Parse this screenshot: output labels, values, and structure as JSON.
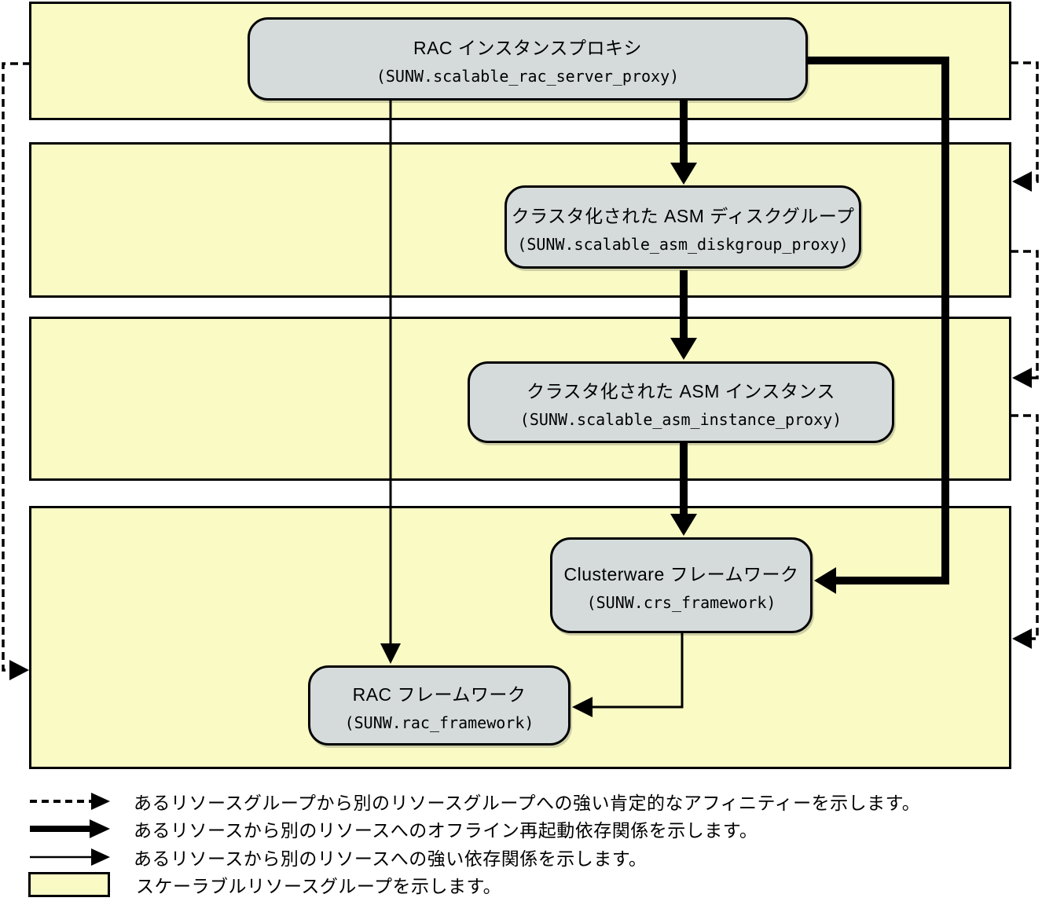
{
  "diagram": {
    "colors": {
      "resource_group_fill": "#fafac5",
      "resource_fill": "#d5dbdb",
      "line": "#000000"
    },
    "nodes": [
      {
        "title": "RAC インスタンスプロキシ",
        "code": "(SUNW.scalable_rac_server_proxy)"
      },
      {
        "title": "クラスタ化された ASM ディスクグループ",
        "code": "(SUNW.scalable_asm_diskgroup_proxy)"
      },
      {
        "title": "クラスタ化された ASM インスタンス",
        "code": "(SUNW.scalable_asm_instance_proxy)"
      },
      {
        "title": "Clusterware フレームワーク",
        "code": "(SUNW.crs_framework)"
      },
      {
        "title": "RAC フレームワーク",
        "code": "(SUNW.rac_framework)"
      }
    ],
    "legend": [
      {
        "symbol": "dashed-arrow",
        "text": "あるリソースグループから別のリソースグループへの強い肯定的なアフィニティーを示します。"
      },
      {
        "symbol": "thick-arrow",
        "text": "あるリソースから別のリソースへのオフライン再起動依存関係を示します。"
      },
      {
        "symbol": "thin-arrow",
        "text": "あるリソースから別のリソースへの強い依存関係を示します。"
      },
      {
        "symbol": "group-box",
        "text": "スケーラブルリソースグループを示します。"
      }
    ]
  }
}
